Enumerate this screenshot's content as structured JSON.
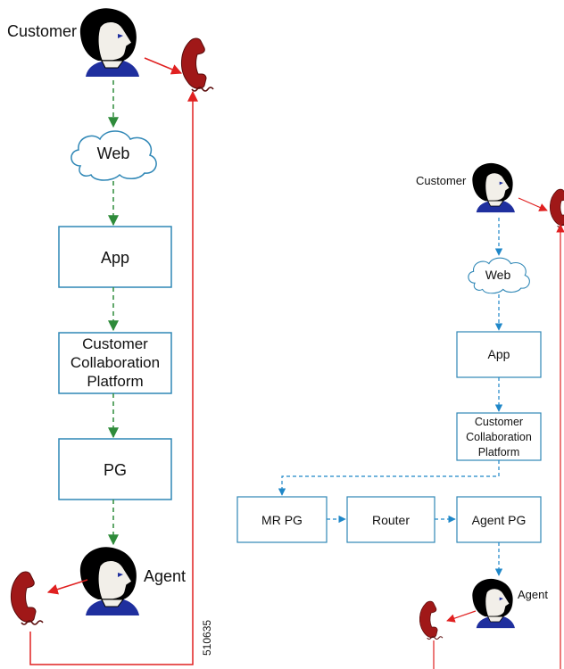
{
  "left_diagram": {
    "customer_label": "Customer",
    "web_label": "Web",
    "app_label": "App",
    "platform_label": [
      "Customer",
      "Collaboration",
      "Platform"
    ],
    "pg_label": "PG",
    "agent_label": "Agent",
    "figure_id": "510635"
  },
  "right_diagram": {
    "customer_label": "Customer",
    "web_label": "Web",
    "app_label": "App",
    "platform_label": [
      "Customer",
      "Collaboration",
      "Platform"
    ],
    "mrpg_label": "MR PG",
    "router_label": "Router",
    "agentpg_label": "Agent PG",
    "agent_label": "Agent"
  },
  "colors": {
    "box_stroke": "#2f87b6",
    "green_arrow": "#2e8b3a",
    "blue_arrow": "#1f87c8",
    "red_line": "#e02020",
    "phone": "#a01818",
    "hair": "#000000",
    "shirt": "#1f2f9e",
    "skin": "#f2efe9"
  },
  "icons": [
    "person-icon",
    "phone-icon",
    "cloud-icon"
  ]
}
